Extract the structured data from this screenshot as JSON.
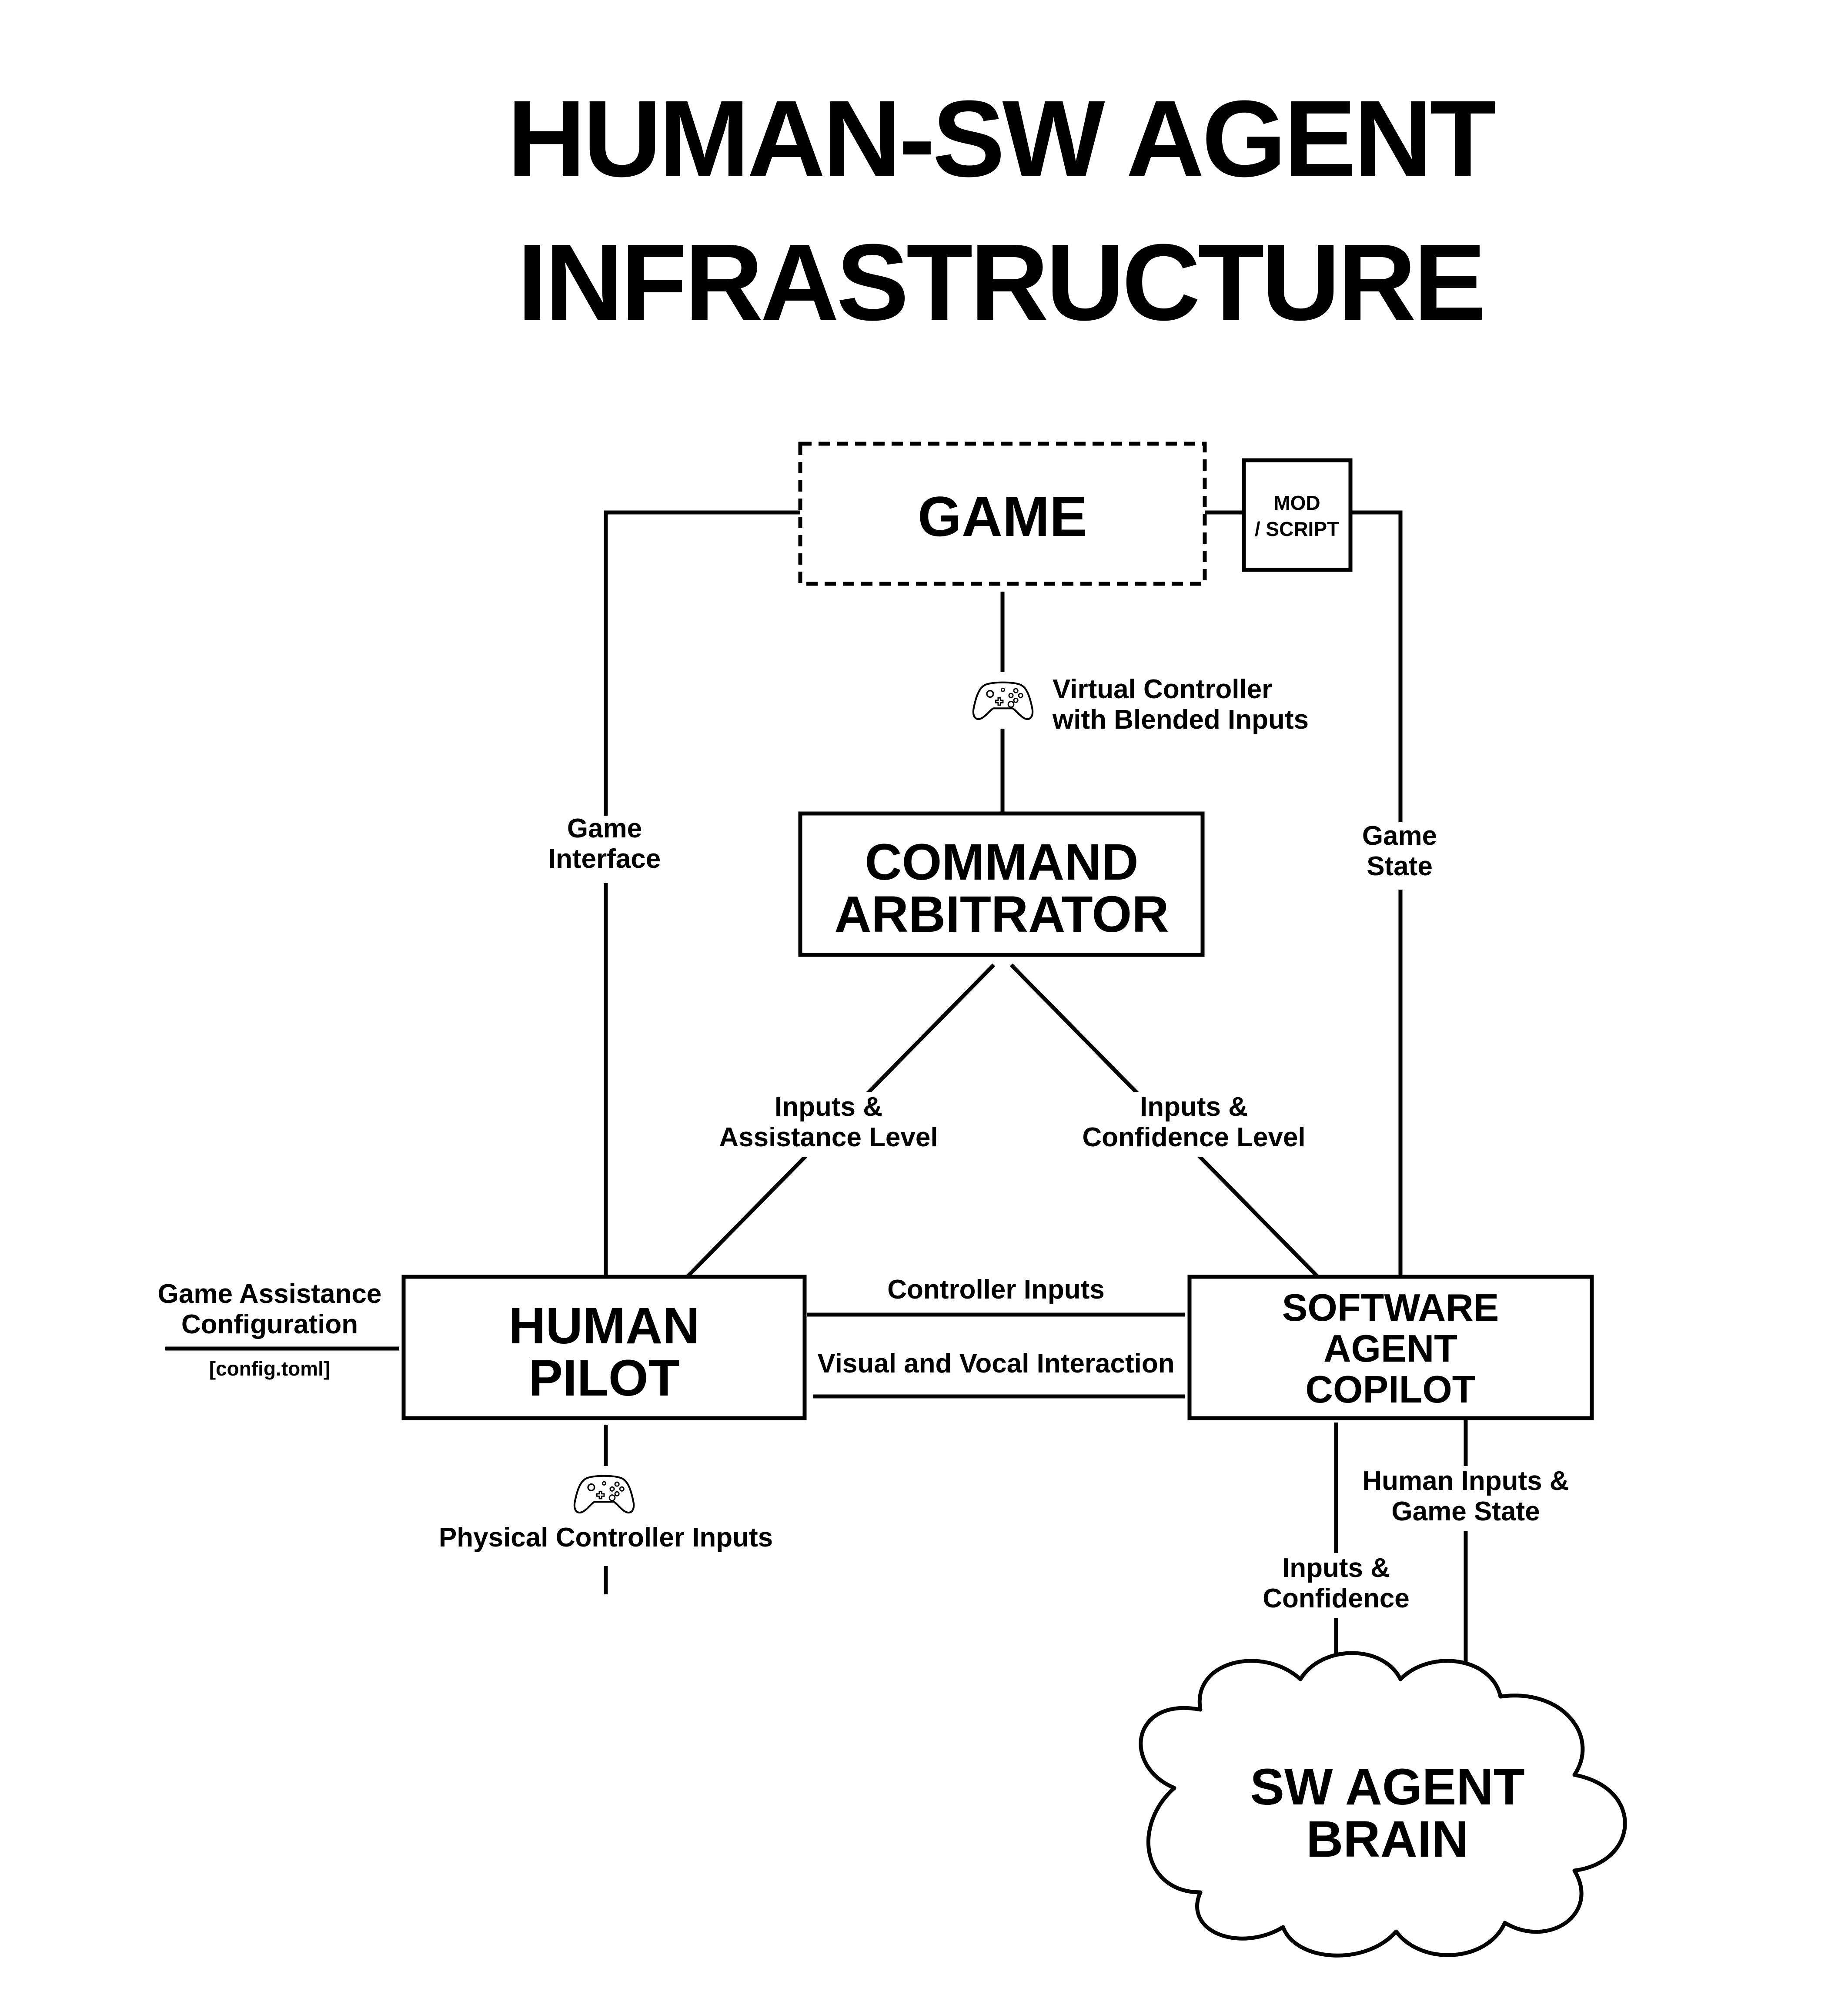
{
  "title": {
    "line1": "HUMAN-SW AGENT",
    "line2": "INFRASTRUCTURE"
  },
  "nodes": {
    "game": {
      "label": "GAME",
      "style": "dashed"
    },
    "mod_script": {
      "line1": "MOD",
      "line2": "/ SCRIPT"
    },
    "command_arbitrator": {
      "line1": "COMMAND",
      "line2": "ARBITRATOR"
    },
    "human_pilot": {
      "line1": "HUMAN",
      "line2": "PILOT"
    },
    "software_agent_copilot": {
      "line1": "SOFTWARE",
      "line2": "AGENT",
      "line3": "COPILOT"
    },
    "sw_agent_brain": {
      "line1": "SW AGENT",
      "line2": "BRAIN",
      "shape": "cloud"
    }
  },
  "edges": {
    "game_interface": {
      "line1": "Game",
      "line2": "Interface"
    },
    "game_state": {
      "line1": "Game",
      "line2": "State"
    },
    "virtual_controller": {
      "line1": "Virtual Controller",
      "line2": "with Blended Inputs",
      "icon": "gamepad-icon"
    },
    "inputs_assistance": {
      "line1": "Inputs &",
      "line2": "Assistance Level"
    },
    "inputs_confidence_level": {
      "line1": "Inputs &",
      "line2": "Confidence Level"
    },
    "controller_inputs": {
      "label": "Controller Inputs"
    },
    "visual_vocal": {
      "label": "Visual and Vocal Interaction"
    },
    "game_assistance_config": {
      "line1": "Game Assistance",
      "line2": "Configuration",
      "file": "[config.toml]"
    },
    "physical_controller": {
      "label": "Physical Controller Inputs",
      "icon": "gamepad-icon"
    },
    "human_inputs_game_state": {
      "line1": "Human Inputs &",
      "line2": "Game State"
    },
    "inputs_confidence": {
      "line1": "Inputs &",
      "line2": "Confidence"
    }
  },
  "colors": {
    "stroke": "#000000",
    "background": "#ffffff"
  }
}
